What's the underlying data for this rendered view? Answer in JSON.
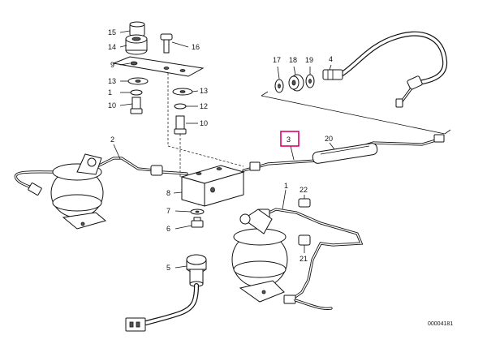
{
  "callouts": {
    "c1": "1",
    "c2": "2",
    "c3": "3",
    "c4": "4",
    "c5": "5",
    "c6": "6",
    "c7": "7",
    "c8": "8",
    "c9": "9",
    "c10a": "10",
    "c10b": "10",
    "c12": "12",
    "c13a": "13",
    "c13b": "13",
    "c14": "14",
    "c15": "15",
    "c16": "16",
    "c17": "17",
    "c18": "18",
    "c19": "19",
    "c20": "20",
    "c21": "21",
    "c22": "22"
  },
  "reference_number": "00004181",
  "highlight_color": "#e0006b"
}
